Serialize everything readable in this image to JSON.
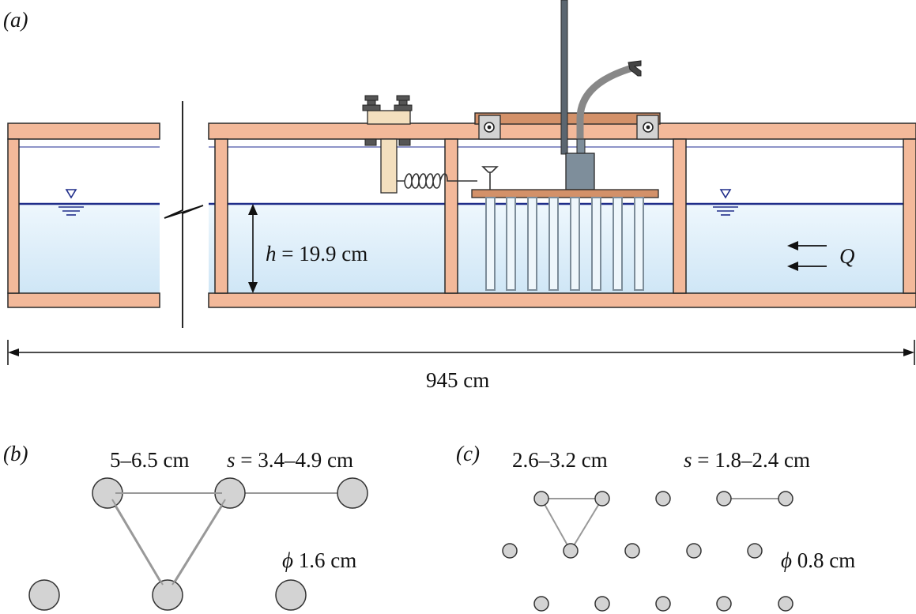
{
  "panels": {
    "a": "(a)",
    "b": "(b)",
    "c": "(c)"
  },
  "panel_a": {
    "depth_var": "h",
    "depth_value": " = 19.9 cm",
    "length": "945 cm",
    "flow": "Q"
  },
  "panel_b": {
    "row_spacing": "5–6.5 cm",
    "s_var": "s",
    "s_value": " = 3.4–4.9 cm",
    "phi": "ϕ",
    "diameter": " 1.6 cm"
  },
  "panel_c": {
    "row_spacing": "2.6–3.2 cm",
    "s_var": "s",
    "s_value": " = 1.8–2.4 cm",
    "phi": "ϕ",
    "diameter": " 0.8 cm"
  },
  "colors": {
    "frame": "#f3b99a",
    "frame_stroke": "#2a2a2a",
    "water": "#d8ecf8",
    "water_line": "#1f2d8a",
    "plate": "#d39169",
    "rods": "#7c8c99",
    "clamp": "#f3dfbe",
    "motor": "#7e8e9b",
    "cylinder_fill": "#d3d3d3",
    "triangle": "#999999"
  }
}
